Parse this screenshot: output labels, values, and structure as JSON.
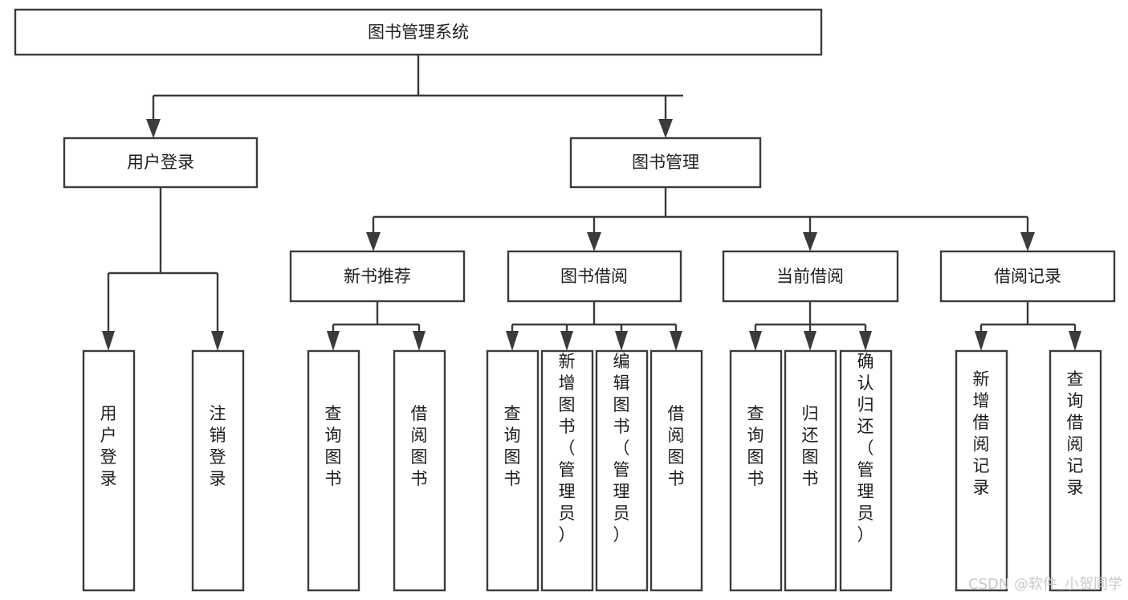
{
  "diagram": {
    "type": "tree-hierarchy",
    "title": "图书管理系统",
    "root": {
      "id": "root",
      "label": "图书管理系统"
    },
    "level1": [
      {
        "id": "user-login",
        "label": "用户登录"
      },
      {
        "id": "book-management",
        "label": "图书管理"
      }
    ],
    "level2": [
      {
        "id": "new-book-recommend",
        "label": "新书推荐"
      },
      {
        "id": "book-borrow",
        "label": "图书借阅"
      },
      {
        "id": "current-borrow",
        "label": "当前借阅"
      },
      {
        "id": "borrow-record",
        "label": "借阅记录"
      }
    ],
    "leaves": {
      "user_login": [
        {
          "id": "leaf-user-login",
          "label": "用户登录"
        },
        {
          "id": "leaf-logout",
          "label": "注销登录"
        }
      ],
      "new_book_recommend": [
        {
          "id": "leaf-query-book-1",
          "label": "查询图书"
        },
        {
          "id": "leaf-borrow-book-1",
          "label": "借阅图书"
        }
      ],
      "book_borrow": [
        {
          "id": "leaf-query-book-2",
          "label": "查询图书"
        },
        {
          "id": "leaf-add-book",
          "label": "新增图书（管理员）"
        },
        {
          "id": "leaf-edit-book",
          "label": "编辑图书（管理员）"
        },
        {
          "id": "leaf-borrow-book-2",
          "label": "借阅图书"
        }
      ],
      "current_borrow": [
        {
          "id": "leaf-query-book-3",
          "label": "查询图书"
        },
        {
          "id": "leaf-return-book",
          "label": "归还图书"
        },
        {
          "id": "leaf-confirm-return",
          "label": "确认归还（管理员）"
        }
      ],
      "borrow_record": [
        {
          "id": "leaf-add-record",
          "label": "新增借阅记录"
        },
        {
          "id": "leaf-query-record",
          "label": "查询借阅记录"
        }
      ]
    }
  },
  "watermark": {
    "text": "CSDN @软件_小贺同学"
  },
  "colors": {
    "stroke": "#3b3b3b",
    "fill": "#ffffff",
    "text": "#1d1d1d",
    "watermark": "#c9c9c9",
    "background": "#ffffff"
  }
}
